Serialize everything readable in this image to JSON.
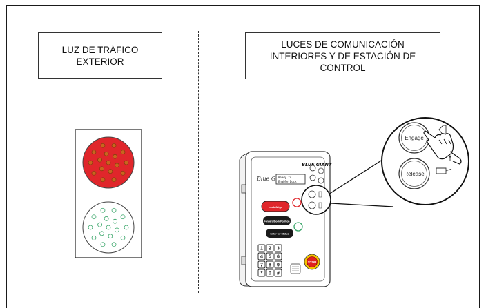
{
  "labels": {
    "exterior": "LUZ DE TRÁFICO\nEXTERIOR",
    "interior": "LUCES DE COMUNICACIÓN\nINTERIORES Y DE ESTACIÓN DE\nCONTROL"
  },
  "control_station": {
    "brand": "BLUE GIANT",
    "script_logo": "Blue Genius",
    "display_lines": [
      "Ready to",
      "Enable Dock"
    ],
    "buttons": [
      "Lock/Align",
      "Forward/Dock Position",
      "Enter for Status"
    ],
    "keypad": [
      "1",
      "2",
      "3",
      "4",
      "5",
      "6",
      "7",
      "8",
      "9",
      "*",
      "0",
      "#"
    ],
    "stop_label": "STOP"
  },
  "zoom": {
    "engage_label": "Engage",
    "release_label": "Release"
  },
  "colors": {
    "red_light": "#e0262b",
    "green_led": "#3aa66a",
    "stop_red": "#e02020",
    "stop_ring": "#f2c200"
  }
}
